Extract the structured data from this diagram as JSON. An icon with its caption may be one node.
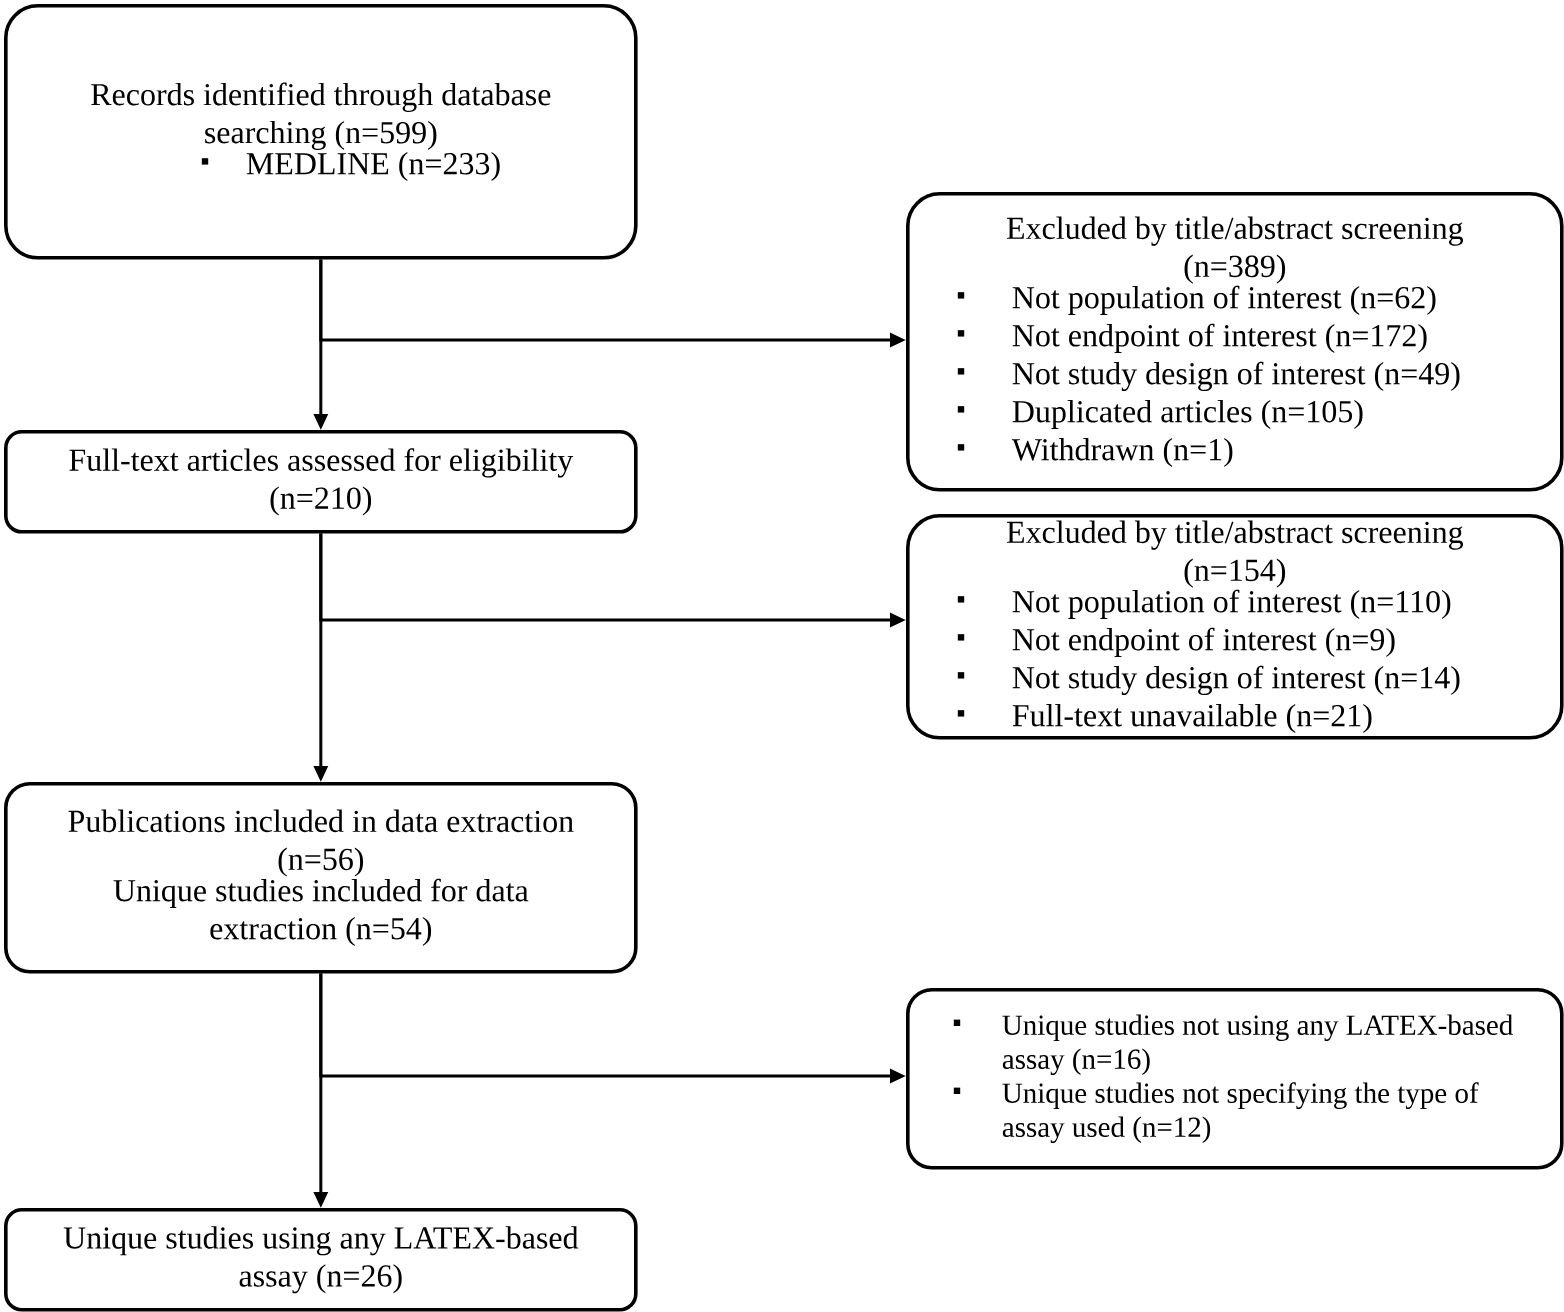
{
  "diagram": {
    "nodes": [
      {
        "text": [
          "Records identified through database searching (n=599)",
          "MEDLINE (n=233)"
        ]
      },
      {
        "text": [
          "Full-text articles assessed for eligibility (n=210)"
        ]
      },
      {
        "text": [
          "Excluded by title/abstract screening (n=389)",
          "Not population of interest (n=62)",
          "Not endpoint of interest (n=172)",
          "Not study design of interest (n=49)",
          "Duplicated articles (n=105)",
          "Withdrawn (n=1)"
        ]
      },
      {
        "text": [
          "Excluded by title/abstract screening (n=154)",
          "Not population of interest (n=110)",
          "Not endpoint of interest (n=9)",
          "Not study design of interest (n=14)",
          "Full-text unavailable (n=21)"
        ]
      },
      {
        "text": [
          "Publications included in data extraction (n=56)",
          "Unique studies included for data extraction (n=54)"
        ]
      },
      {
        "text": [
          "Unique studies not using any LATEX-based assay (n=16)",
          "Unique studies not specifying the type of assay used (n=12)"
        ]
      },
      {
        "text": [
          "Unique studies using any LATEX-based assay (n=26)"
        ]
      }
    ],
    "edges": [
      {
        "from": 0,
        "to": 1,
        "arrow": "to"
      },
      {
        "from": 0,
        "to": 2,
        "arrow": "to"
      },
      {
        "from": 1,
        "to": 4,
        "arrow": "to"
      },
      {
        "from": 1,
        "to": 3,
        "arrow": "to"
      },
      {
        "from": 4,
        "to": 6,
        "arrow": "to"
      },
      {
        "from": 4,
        "to": 5,
        "arrow": "to"
      }
    ]
  }
}
